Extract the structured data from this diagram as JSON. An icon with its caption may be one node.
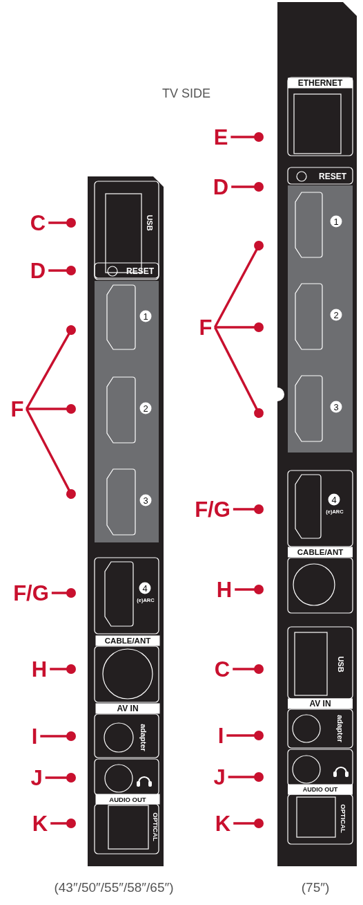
{
  "diagram": {
    "title": "TV SIDE",
    "nodes": [
      {
        "text": [
          "C"
        ]
      },
      {
        "text": [
          "D"
        ]
      },
      {
        "text": [
          "F"
        ]
      },
      {
        "text": [
          "F/G"
        ]
      },
      {
        "text": [
          "H"
        ]
      },
      {
        "text": [
          "I"
        ]
      },
      {
        "text": [
          "J"
        ]
      },
      {
        "text": [
          "K"
        ]
      },
      {
        "text": [
          "E"
        ]
      },
      {
        "text": [
          "D"
        ]
      },
      {
        "text": [
          "F"
        ]
      },
      {
        "text": [
          "F/G"
        ]
      },
      {
        "text": [
          "H"
        ]
      },
      {
        "text": [
          "C"
        ]
      },
      {
        "text": [
          "I"
        ]
      },
      {
        "text": [
          "J"
        ]
      },
      {
        "text": [
          "K"
        ]
      }
    ],
    "edges": [
      {
        "from": 0,
        "to": null,
        "arrow": "other"
      },
      {
        "from": 1,
        "to": null,
        "arrow": "other"
      },
      {
        "from": 2,
        "to": null,
        "arrow": "other"
      },
      {
        "from": 2,
        "to": null,
        "arrow": "other"
      },
      {
        "from": 2,
        "to": null,
        "arrow": "other"
      },
      {
        "from": 3,
        "to": null,
        "arrow": "other"
      },
      {
        "from": 4,
        "to": null,
        "arrow": "other"
      },
      {
        "from": 5,
        "to": null,
        "arrow": "other"
      },
      {
        "from": 6,
        "to": null,
        "arrow": "other"
      },
      {
        "from": 7,
        "to": null,
        "arrow": "other"
      },
      {
        "from": 8,
        "to": null,
        "arrow": "other"
      },
      {
        "from": 9,
        "to": null,
        "arrow": "other"
      },
      {
        "from": 10,
        "to": null,
        "arrow": "other"
      },
      {
        "from": 10,
        "to": null,
        "arrow": "other"
      },
      {
        "from": 10,
        "to": null,
        "arrow": "other"
      },
      {
        "from": 11,
        "to": null,
        "arrow": "other"
      },
      {
        "from": 12,
        "to": null,
        "arrow": "other"
      },
      {
        "from": 13,
        "to": null,
        "arrow": "other"
      },
      {
        "from": 14,
        "to": null,
        "arrow": "other"
      },
      {
        "from": 15,
        "to": null,
        "arrow": "other"
      },
      {
        "from": 16,
        "to": null,
        "arrow": "other"
      }
    ],
    "labels": [
      "USB",
      "RESET",
      "1",
      "2",
      "3",
      "4",
      "(e)ARC",
      "CABLE/ANT",
      "AV IN",
      "adapter",
      "AUDIO OUT",
      "OPTICAL",
      "ETHERNET",
      "RESET",
      "1",
      "2",
      "3",
      "4",
      "(e)ARC",
      "CABLE/ANT",
      "USB",
      "AV IN",
      "adapter",
      "AUDIO OUT",
      "OPTICAL",
      "(43″/50″/55″/58″/65″)",
      "(75″)"
    ]
  }
}
